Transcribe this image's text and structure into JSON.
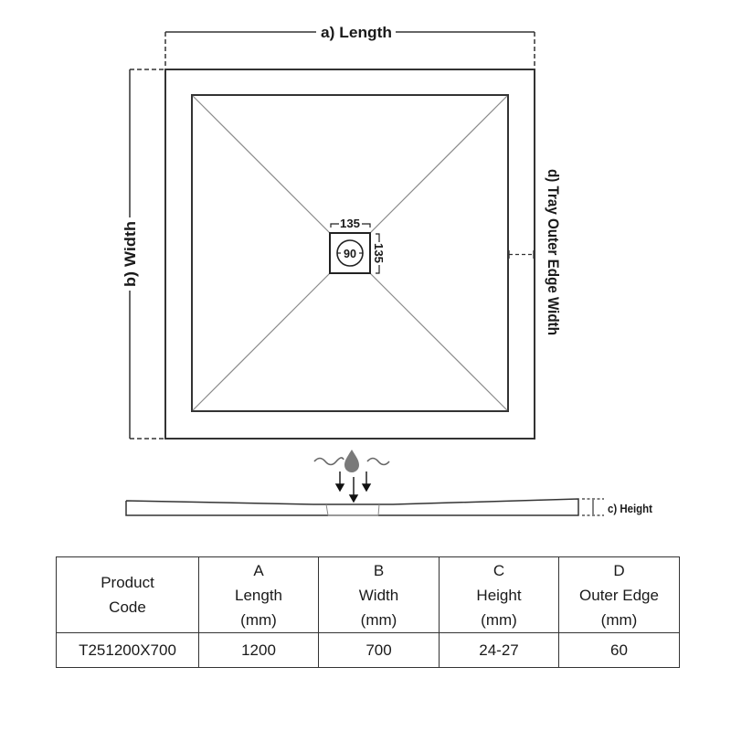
{
  "diagram": {
    "labels": {
      "length": "a) Length",
      "width": "b) Width",
      "height": "c) Height",
      "outer_edge": "d) Tray Outer Edge Width"
    },
    "waste": {
      "width_dim": "135",
      "height_dim": "135",
      "diameter": "90"
    },
    "colors": {
      "line": "#333333",
      "diagonal": "#8a8a8a",
      "drop": "#7a7a7a"
    }
  },
  "table": {
    "headers": [
      {
        "letter": "",
        "lines": [
          "Product",
          "Code"
        ]
      },
      {
        "letter": "A",
        "lines": [
          "Length",
          "(mm)"
        ]
      },
      {
        "letter": "B",
        "lines": [
          "Width",
          "(mm)"
        ]
      },
      {
        "letter": "C",
        "lines": [
          "Height",
          "(mm)"
        ]
      },
      {
        "letter": "D",
        "lines": [
          "Outer Edge",
          "(mm)"
        ]
      }
    ],
    "rows": [
      [
        "T251200X700",
        "1200",
        "700",
        "24-27",
        "60"
      ]
    ]
  }
}
